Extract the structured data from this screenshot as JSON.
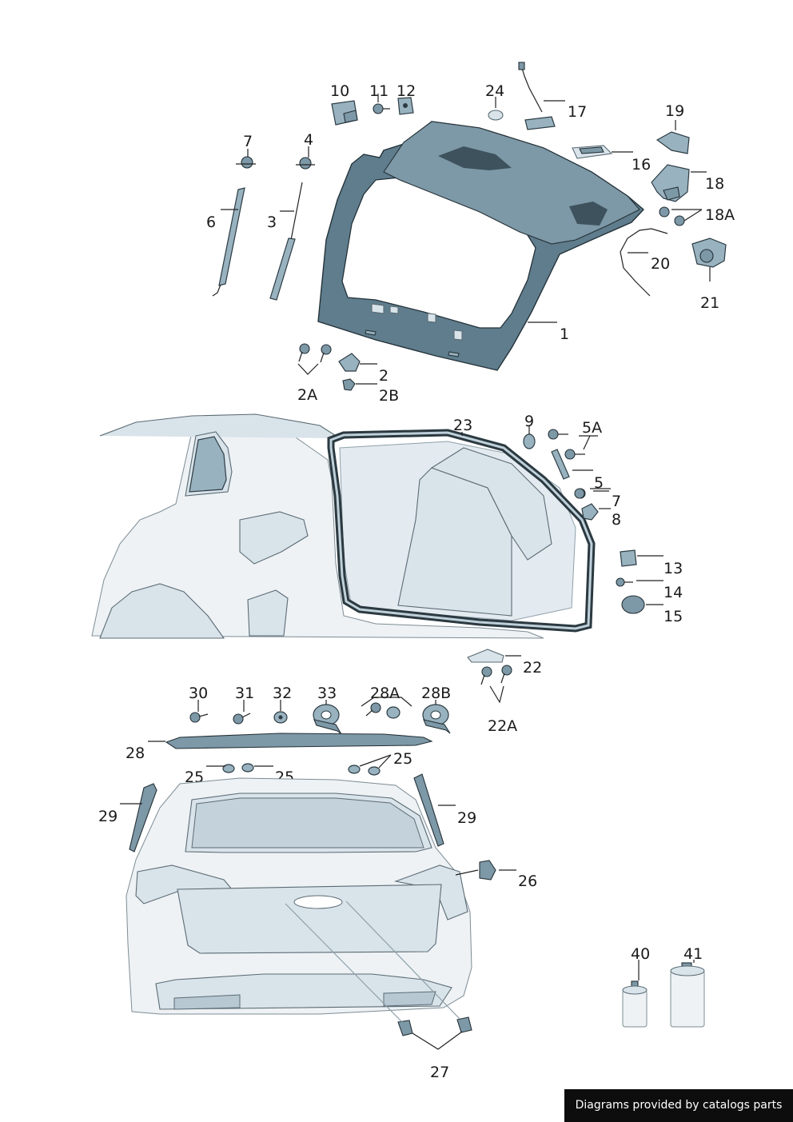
{
  "labels": {
    "l1": "1",
    "l2": "2",
    "l2A": "2A",
    "l2B": "2B",
    "l3": "3",
    "l4": "4",
    "l5": "5",
    "l5A": "5A",
    "l6": "6",
    "l7a": "7",
    "l7b": "7",
    "l8": "8",
    "l9": "9",
    "l10": "10",
    "l11": "11",
    "l12": "12",
    "l13": "13",
    "l14": "14",
    "l15": "15",
    "l16": "16",
    "l17": "17",
    "l18": "18",
    "l18A": "18A",
    "l19": "19",
    "l20": "20",
    "l21": "21",
    "l22": "22",
    "l22A": "22A",
    "l23": "23",
    "l24": "24",
    "l25a": "25",
    "l25b": "25",
    "l25c": "25",
    "l26": "26",
    "l27": "27",
    "l28": "28",
    "l28A": "28A",
    "l28B": "28B",
    "l29a": "29",
    "l29b": "29",
    "l30": "30",
    "l31": "31",
    "l32": "32",
    "l33": "33",
    "l40": "40",
    "l41": "41"
  },
  "footer": {
    "text": "Diagrams provided by catalogs parts"
  },
  "colors": {
    "panel_dark": "#5f7d8c",
    "panel_mid": "#98b2bf",
    "body_light": "#d9e3ea",
    "footer_bg": "#0d0d0d"
  }
}
